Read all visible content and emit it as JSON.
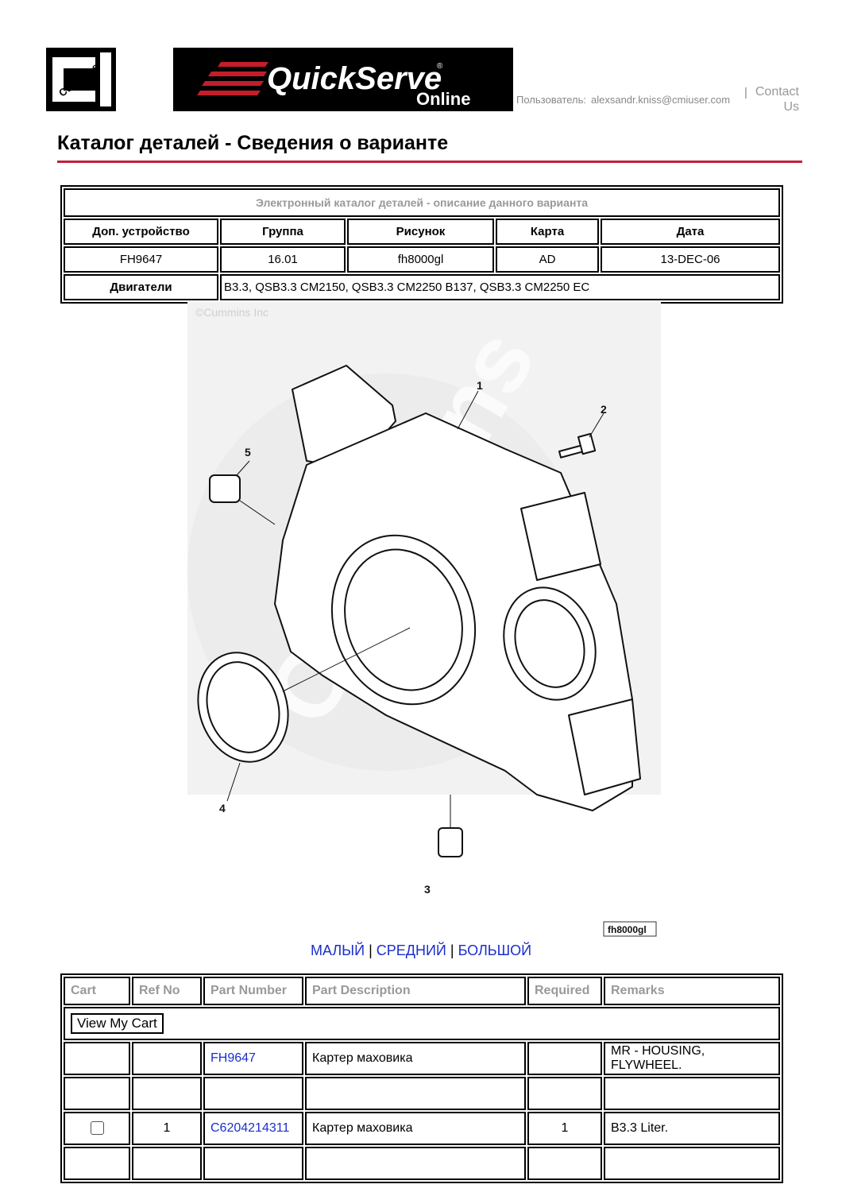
{
  "header": {
    "cummins_logo_text": "Cummins",
    "qs_logo_main": "QuickServe",
    "qs_logo_sub": "Online",
    "qs_logo_reg": "®",
    "user_label": "Пользователь:",
    "user_email": "alexsandr.kniss@cmiuser.com",
    "separator": "|",
    "contact_line1": "Contact",
    "contact_line2": "Us"
  },
  "page_title": "Каталог деталей - Сведения о варианте",
  "info_table": {
    "caption": "Электронный каталог деталей - описание данного варианта",
    "headers": [
      "Доп. устройство",
      "Группа",
      "Рисунок",
      "Карта",
      "Дата"
    ],
    "values": [
      "FH9647",
      "16.01",
      "fh8000gl",
      "AD",
      "13-DEC-06"
    ],
    "engines_label": "Двигатели",
    "engines_value": "B3.3, QSB3.3 CM2150, QSB3.3 CM2250 B137, QSB3.3 CM2250 EC"
  },
  "diagram": {
    "copyright": "©Cummins Inc",
    "watermark": "Cummins",
    "tag": "fh8000gl",
    "callouts": [
      "1",
      "2",
      "3",
      "4",
      "5"
    ]
  },
  "size_links": {
    "small": "МАЛЫЙ",
    "medium": "СРЕДНИЙ",
    "large": "БОЛЬШОЙ",
    "sep": "|"
  },
  "parts_table": {
    "headers": [
      "Cart",
      "Ref No",
      "Part Number",
      "Part Description",
      "Required",
      "Remarks"
    ],
    "view_cart_label": "View My Cart",
    "rows": [
      {
        "ref": "",
        "part_number": "FH9647",
        "description": "Картер маховика",
        "required": "",
        "remarks": "MR - HOUSING, FLYWHEEL."
      },
      {
        "ref": "",
        "part_number": "",
        "description": "",
        "required": "",
        "remarks": ""
      },
      {
        "ref": "1",
        "part_number": "C6204214311",
        "description": "Картер маховика",
        "required": "1",
        "remarks": "B3.3 Liter."
      }
    ]
  }
}
